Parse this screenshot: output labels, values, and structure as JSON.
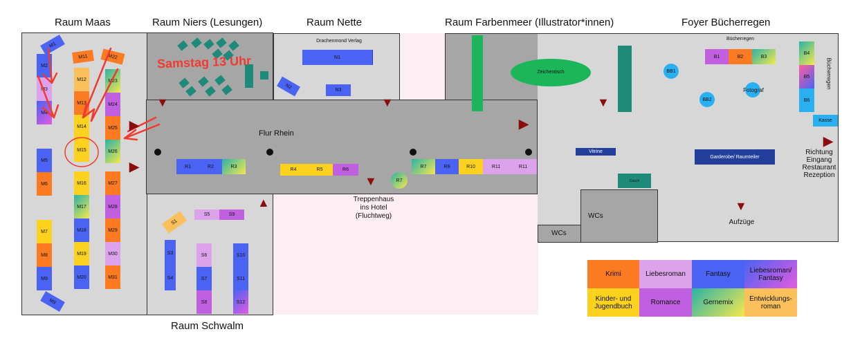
{
  "rooms": {
    "maas": "Raum Maas",
    "niers": "Raum Niers (Lesungen)",
    "nette": "Raum Nette",
    "farbenmeer": "Raum Farbenmeer (Illustrator*innen)",
    "foyer": "Foyer Bücherregen",
    "schwalm": "Raum Schwalm",
    "flur": "Flur Rhein"
  },
  "labels": {
    "drachenmond": "Drachenmond Verlag",
    "samstag": "Samstag 13 Uhr",
    "treppenhaus": "Treppenhaus\nins Hotel\n(Fluchtweg)",
    "zeichentisch": "Zeichentisch",
    "buecherregen": "Bücherregen",
    "buecherregen_v": "Bücherregen",
    "fotograf": "Fotograf",
    "kasse": "Kasse",
    "vitrine": "Vitrine",
    "garderobe": "Garderobe/ Raumteiler",
    "couch": "Couch",
    "wcs1": "WCs",
    "wcs2": "WCs",
    "aufzuege": "Aufzüge",
    "richtung": "Richtung\nEingang\nRestaurant\nRezeption"
  },
  "stands": {
    "M1": "M1",
    "M2": "M2",
    "M3": "M3",
    "M4": "M4",
    "M5": "M5",
    "M6": "M6",
    "M7": "M7",
    "M8": "M8",
    "M9": "M9",
    "M11": "M11",
    "M12": "M12",
    "M13": "M13",
    "M14": "M14",
    "M15": "M15",
    "M16": "M16",
    "M17": "M17",
    "M18": "M18",
    "M19": "M19",
    "M20": "M20",
    "M22": "M22",
    "M23": "M23",
    "M24": "M24",
    "M25": "M25",
    "M26": "M26",
    "M27": "M27",
    "M28": "M28",
    "M29": "M29",
    "M30": "M30",
    "M31": "M31",
    "N1": "N1",
    "N2": "N2",
    "N3": "N3",
    "R1": "R1",
    "R2": "R2",
    "R3": "R3",
    "R4": "R4",
    "R5": "R5",
    "R6": "R6",
    "R7": "R7",
    "R7b": "R7",
    "R9": "R9",
    "R10": "R10",
    "R11a": "R11",
    "R11b": "R11",
    "S1": "S1",
    "S3": "S3",
    "S4": "S4",
    "S5": "S5",
    "S6": "S6",
    "S7": "S7",
    "S8": "S8",
    "S9": "S9",
    "S10": "S10",
    "S11": "S11",
    "S12": "S12",
    "B1": "B1",
    "B2": "B2",
    "B3": "B3",
    "B4": "B4",
    "B5": "B5",
    "B6": "B6",
    "BB1": "BB1",
    "BB2": "BB2"
  },
  "legend": [
    {
      "label": "Krimi",
      "color": "#fb7a22"
    },
    {
      "label": "Liebesroman",
      "color": "#dca3ec"
    },
    {
      "label": "Fantasy",
      "color": "#4a63f2"
    },
    {
      "label": "Liebesroman/\nFantasy",
      "color": "gradient"
    },
    {
      "label": "Kinder- und\nJugendbuch",
      "color": "#fdd21f"
    },
    {
      "label": "Romance",
      "color": "#c060e0"
    },
    {
      "label": "Gernemix",
      "color": "gradient"
    },
    {
      "label": "Entwicklungs-\nroman",
      "color": "#fbc05c"
    }
  ],
  "colors": {
    "arrow": "#8b0d0d",
    "annotation": "#ef3b30",
    "teal": "#1e8a7a",
    "green": "#1bb55a"
  }
}
